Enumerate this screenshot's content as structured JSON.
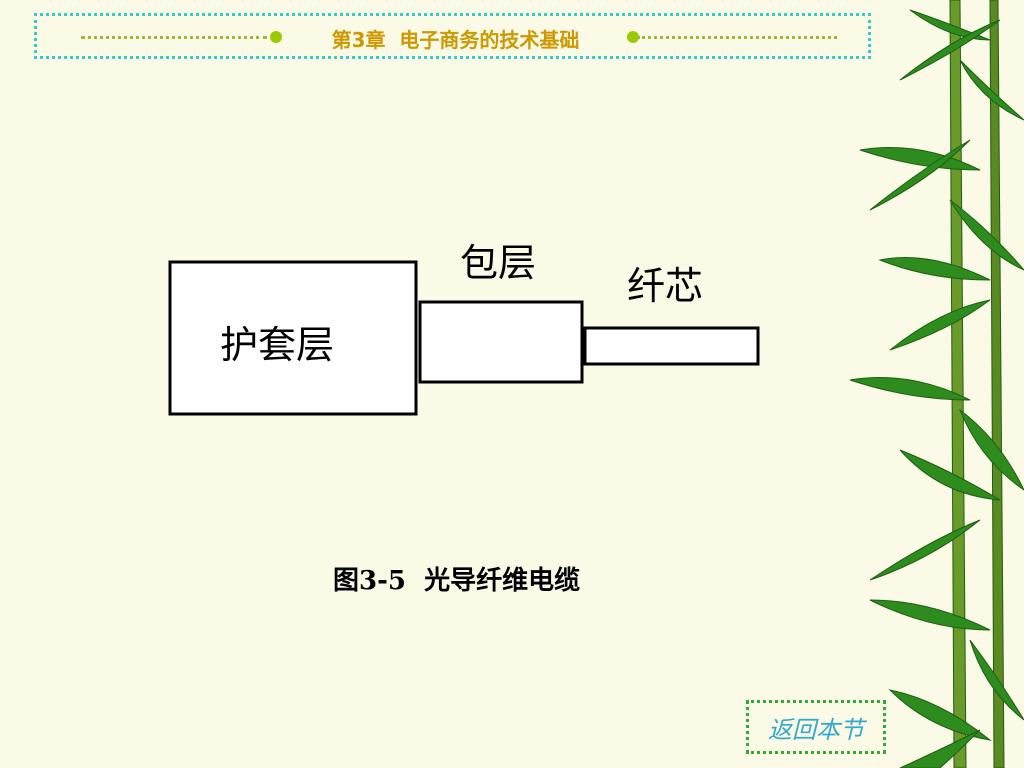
{
  "header": {
    "title": "第3章  电子商务的技术基础"
  },
  "diagram": {
    "labels": {
      "jacket": "护套层",
      "cladding": "包层",
      "core": "纤芯"
    },
    "caption": "图3-5  光导纤维电缆"
  },
  "nav": {
    "back_label": "返回本节"
  },
  "colors": {
    "background": "#fafae6",
    "header_border": "#33cccc",
    "header_title": "#cc9900",
    "bullet": "#99cc00",
    "bamboo_leaf": "#2e8b1e",
    "back_button_text": "#33aacc",
    "back_button_border": "#33aa33"
  }
}
